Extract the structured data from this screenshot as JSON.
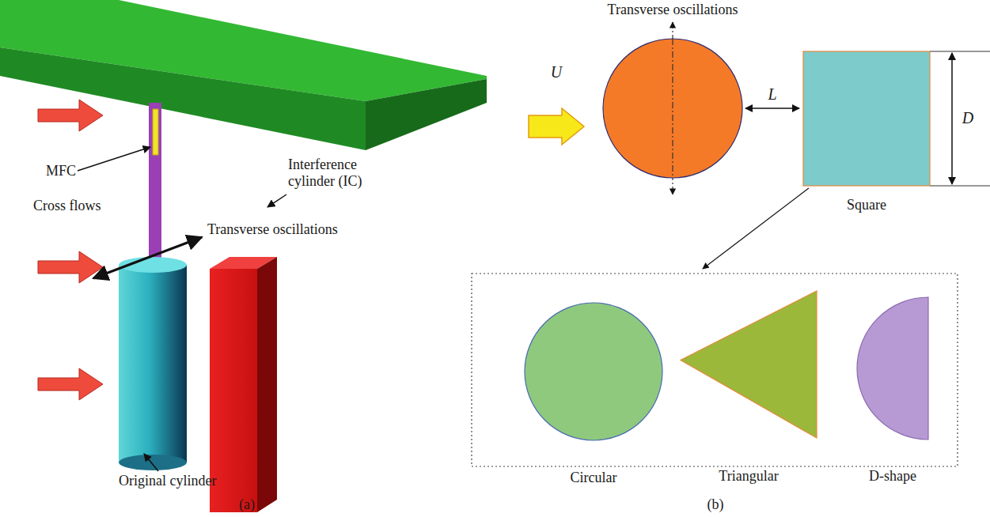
{
  "diagram": {
    "nodes": [
      {
        "text": [
          "Square"
        ]
      },
      {
        "text": [
          "Circular"
        ]
      },
      {
        "text": [
          "Triangular"
        ]
      },
      {
        "text": [
          "D-shape"
        ]
      }
    ],
    "labels": [
      "MFC",
      "Transverse oscillations",
      "Cross flows",
      "Interference cylinder (IC)",
      "Original cylinder",
      "(a)",
      "Transverse oscillations",
      "U",
      "L",
      "D",
      "(b)"
    ]
  }
}
